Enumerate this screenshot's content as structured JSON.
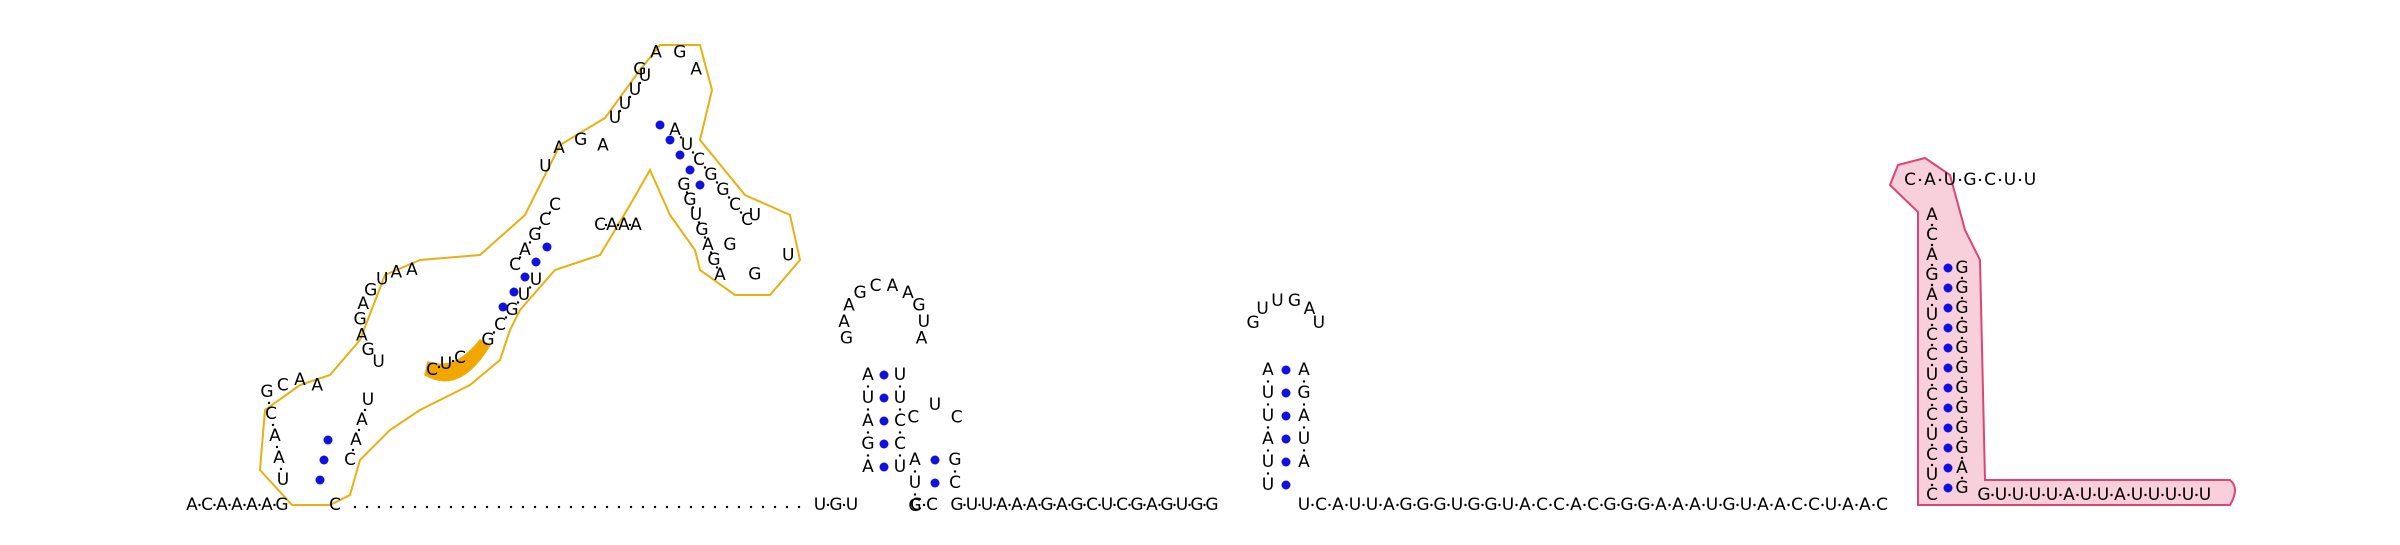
{
  "diagram": {
    "type": "rna-secondary-structure",
    "colors": {
      "yellow_outline": "#e8b010",
      "yellow_fill": "#f3a500",
      "pink_outline": "#dd4477",
      "pink_fill": "#f8d0dc",
      "base_pair_dot": "#1010e0",
      "backbone": "#000000"
    },
    "leading_sequence": [
      "A",
      "C",
      "A",
      "A",
      "A",
      "A",
      "G"
    ],
    "yellow_domain": {
      "stem1_5prime": [
        "U",
        "A",
        "A",
        "C",
        "G"
      ],
      "stem1_3prime": [
        "C",
        "A",
        "A",
        "U"
      ],
      "loop1_top": [
        "C",
        "A",
        "A"
      ],
      "loop_big_left": [
        "U",
        "G",
        "A",
        "G",
        "A",
        "G",
        "U",
        "A",
        "A"
      ],
      "highlighted_bases": [
        "C",
        "U",
        "C"
      ],
      "stem2_5prime": [
        "C",
        "A",
        "G",
        "C",
        "C"
      ],
      "stem2_3prime": [
        "G",
        "C",
        "G",
        "U",
        "U"
      ],
      "loop_mid_top": [
        "U",
        "A",
        "G",
        "A"
      ],
      "stem3_5prime": [
        "U",
        "U",
        "U",
        "U"
      ],
      "loop_top": [
        "G",
        "A",
        "G",
        "A"
      ],
      "loop_right": [
        "U",
        "G",
        "G",
        "U"
      ],
      "stem3_3prime": [
        "A",
        "U",
        "C",
        "G",
        "G",
        "C",
        "C"
      ],
      "return_strand": [
        "A",
        "G",
        "A",
        "G",
        "U",
        "G",
        "G"
      ],
      "bulge_bottom": [
        "C",
        "A",
        "A",
        "A"
      ]
    },
    "hairpin1": {
      "stem_5prime": [
        "A",
        "G",
        "A",
        "U",
        "A"
      ],
      "loop": [
        "G",
        "A",
        "A",
        "G",
        "C",
        "A",
        "A",
        "G",
        "U",
        "A"
      ],
      "stem_3prime": [
        "U",
        "U",
        "C",
        "C",
        "U"
      ]
    },
    "hairpin2": {
      "stem_5prime": [
        "A",
        "U",
        "G"
      ],
      "loop": [
        "C",
        "U",
        "C"
      ],
      "stem_3prime": [
        "G",
        "C"
      ]
    },
    "hairpin3": {
      "stem_5prime": [
        "A",
        "U",
        "U",
        "A",
        "U",
        "U"
      ],
      "loop": [
        "G",
        "U",
        "U",
        "G",
        "A",
        "U"
      ],
      "stem_3prime": [
        "A",
        "G",
        "A",
        "U",
        "A"
      ]
    },
    "pink_domain": {
      "left_stem": [
        "C",
        "U",
        "C",
        "U",
        "C",
        "C",
        "U",
        "C",
        "C",
        "U",
        "A",
        "G",
        "A",
        "C",
        "A"
      ],
      "top": [
        "C",
        "A",
        "U",
        "G",
        "C",
        "U",
        "U"
      ],
      "right_stem": [
        "G",
        "G",
        "G",
        "G",
        "G",
        "G",
        "G",
        "G",
        "G",
        "G",
        "A",
        "G"
      ],
      "tail": [
        "G",
        "U",
        "U",
        "U",
        "U",
        "A",
        "U",
        "U",
        "A",
        "U",
        "U",
        "U",
        "U",
        "U"
      ]
    },
    "baseline_segments": {
      "between_yellow_and_hp1": [
        "U",
        "G",
        "U"
      ],
      "hp1_to_hp2": [
        "C",
        "C"
      ],
      "after_hp2": [
        "G",
        "U",
        "U",
        "A",
        "A",
        "A",
        "G",
        "A",
        "G",
        "C",
        "U",
        "C",
        "G",
        "A",
        "G",
        "U",
        "G",
        "G"
      ],
      "after_hp3": [
        "U",
        "C",
        "A",
        "U",
        "U",
        "A",
        "G",
        "G",
        "G",
        "U",
        "G",
        "G",
        "U",
        "A",
        "C",
        "C",
        "A",
        "C",
        "G",
        "G",
        "G",
        "A",
        "A",
        "A",
        "U",
        "G",
        "U",
        "A",
        "A",
        "C",
        "C",
        "U",
        "A",
        "A",
        "C"
      ]
    }
  }
}
